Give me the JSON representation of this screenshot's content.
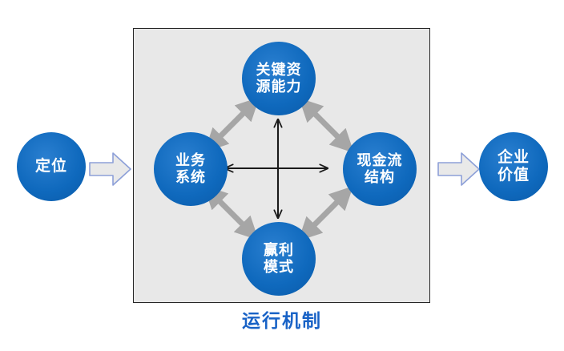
{
  "diagram": {
    "title_caption": "运行机制",
    "caption_color": "#1862c6",
    "box": {
      "name": "operating-mechanism-box",
      "fill": "#e8e8e8",
      "border": "#262626"
    },
    "circle_color": "#0f69bd",
    "input_node": {
      "label": "定位",
      "lines": [
        "定位"
      ]
    },
    "output_node": {
      "label": "企业价值",
      "lines": [
        "企业",
        "价值"
      ]
    },
    "inner_nodes": [
      {
        "id": "key-resource-capability",
        "label": "关键资源能力",
        "lines": [
          "关键资",
          "源能力"
        ],
        "position": "top"
      },
      {
        "id": "business-system",
        "label": "业务系统",
        "lines": [
          "业务",
          "系统"
        ],
        "position": "left"
      },
      {
        "id": "cash-flow-structure",
        "label": "现金流结构",
        "lines": [
          "现金流",
          "结构"
        ],
        "position": "right"
      },
      {
        "id": "profit-model",
        "label": "赢利模式",
        "lines": [
          "赢利",
          "模式"
        ],
        "position": "bottom"
      }
    ],
    "flow_arrows": [
      {
        "id": "input-to-box",
        "direction": "right",
        "fill": "#e8e8e8",
        "stroke": "#8da0d8"
      },
      {
        "id": "box-to-output",
        "direction": "right",
        "fill": "#e8e8e8",
        "stroke": "#8da0d8"
      }
    ],
    "connectors": {
      "diagonal": {
        "color": "#a6a6a6",
        "style": "double-headed",
        "pairs": [
          "business-system <-> key-resource-capability",
          "key-resource-capability <-> cash-flow-structure",
          "cash-flow-structure <-> profit-model",
          "profit-model <-> business-system"
        ]
      },
      "cross": {
        "color": "#1a1a1a",
        "style": "double-headed",
        "pairs": [
          "business-system <-> cash-flow-structure",
          "key-resource-capability <-> profit-model"
        ]
      }
    }
  }
}
